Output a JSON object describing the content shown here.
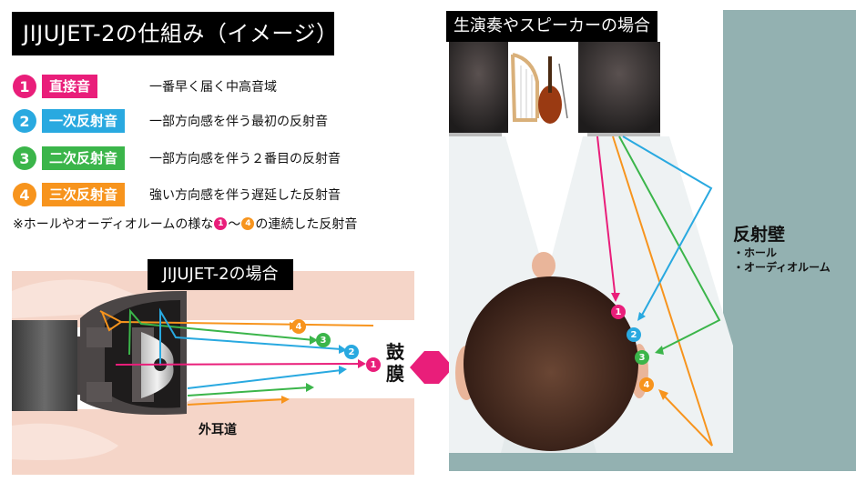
{
  "title": "JIJUJET-2の仕組み（イメージ）",
  "legend": [
    {
      "num": "1",
      "tag": "直接音",
      "desc": "一番早く届く中高音域",
      "color": "#e91e7a"
    },
    {
      "num": "2",
      "tag": "一次反射音",
      "desc": "一部方向感を伴う最初の反射音",
      "color": "#29a9e0"
    },
    {
      "num": "3",
      "tag": "二次反射音",
      "desc": "一部方向感を伴う２番目の反射音",
      "color": "#3bb54a"
    },
    {
      "num": "4",
      "tag": "三次反射音",
      "desc": "強い方向感を伴う遅延した反射音",
      "color": "#f7941d"
    }
  ],
  "note": {
    "prefix": "※ホールやオーディオルームの様な",
    "from": "1",
    "tilde": "〜",
    "to": "4",
    "suffix": "の連続した反射音"
  },
  "jijujet_panel": {
    "title": "JIJUJET-2の場合",
    "canal_label": "外耳道",
    "eardrum_label": "鼓膜"
  },
  "live_panel": {
    "title": "生演奏やスピーカーの場合"
  },
  "wall": {
    "title": "反射壁",
    "items": [
      "・ホール",
      "・オーディオルーム"
    ]
  },
  "markers": [
    "1",
    "2",
    "3",
    "4"
  ],
  "colors": {
    "pink": "#e91e7a",
    "blue": "#29a9e0",
    "green": "#3bb54a",
    "orange": "#f7941d",
    "wall": "#93b1b1",
    "skin": "#f5d5c8",
    "beam": "#eef2f3"
  }
}
